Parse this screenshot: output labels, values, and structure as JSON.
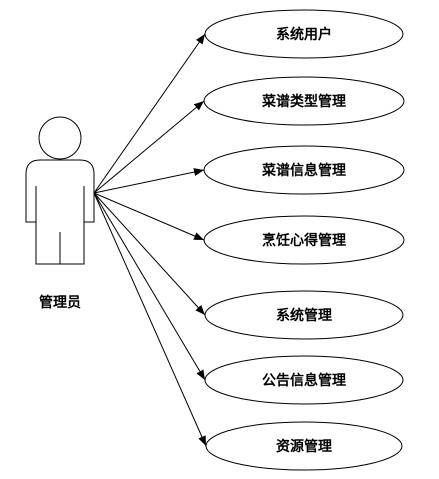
{
  "actor": {
    "label": "管理员"
  },
  "use_cases": [
    {
      "label": "系统用户"
    },
    {
      "label": "菜谱类型管理"
    },
    {
      "label": "菜谱信息管理"
    },
    {
      "label": "烹饪心得管理"
    },
    {
      "label": "系统管理"
    },
    {
      "label": "公告信息管理"
    },
    {
      "label": "资源管理"
    }
  ]
}
